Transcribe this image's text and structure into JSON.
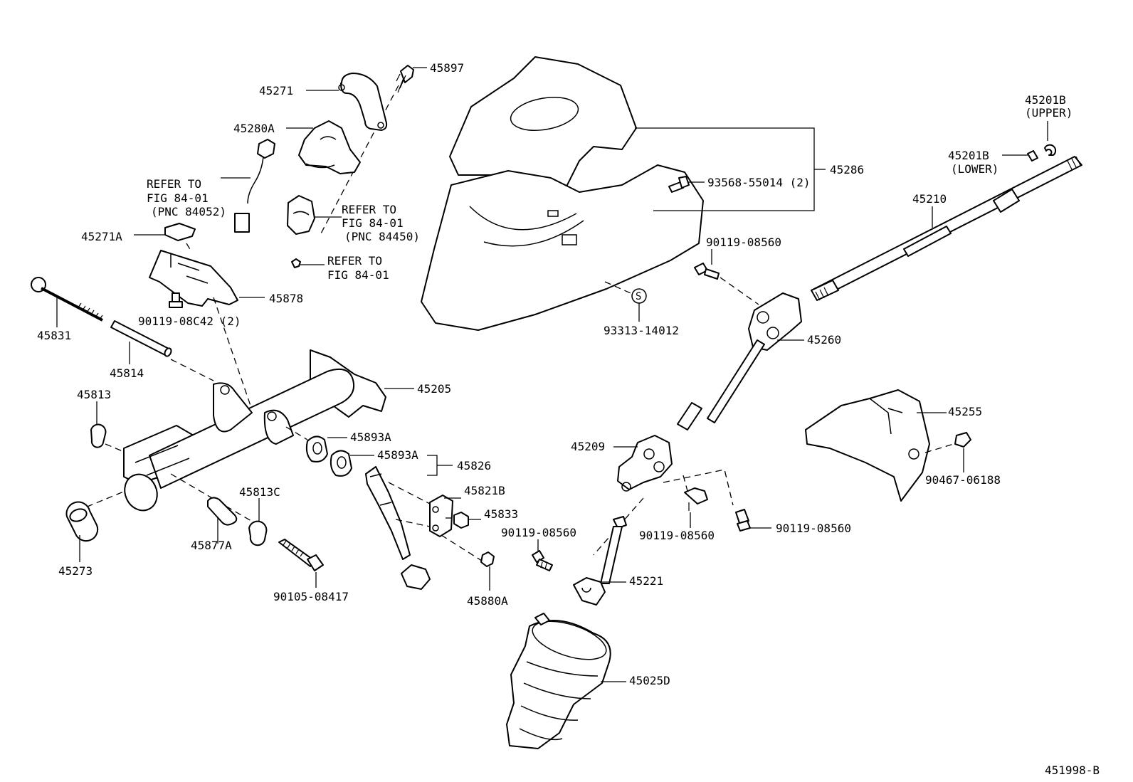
{
  "diagram_id": "451998-B",
  "labels": {
    "p45897": "45897",
    "p45271": "45271",
    "p45280A": "45280A",
    "refer_a1": "REFER TO",
    "refer_a2": "FIG 84-01",
    "refer_a3": "(PNC 84052)",
    "refer_b1": "REFER TO",
    "refer_b2": "FIG 84-01",
    "refer_b3": "(PNC 84450)",
    "refer_c1": "REFER TO",
    "refer_c2": "FIG 84-01",
    "p45271A": "45271A",
    "p45878": "45878",
    "p90119_08C42": "90119-08C42 (2)",
    "p45831": "45831",
    "p45814": "45814",
    "p45813": "45813",
    "p45205": "45205",
    "p45893A_1": "45893A",
    "p45893A_2": "45893A",
    "p45826": "45826",
    "p45821B": "45821B",
    "p45833": "45833",
    "p45813C": "45813C",
    "p45877A": "45877A",
    "p45273": "45273",
    "p90105_08417": "90105-08417",
    "p90119_08560_a": "90119-08560",
    "p45880A": "45880A",
    "p45286": "45286",
    "p93568_55014": "93568-55014 (2)",
    "s_mark": "S",
    "p93313_14012": "93313-14012",
    "p45201B_upper": "45201B",
    "upper": "(UPPER)",
    "p45201B_lower": "45201B",
    "lower": "(LOWER)",
    "p45210": "45210",
    "p90119_08560_b": "90119-08560",
    "p45260": "45260",
    "p45255": "45255",
    "p90467_06188": "90467-06188",
    "p45209": "45209",
    "p90119_08560_c": "90119-08560",
    "p90119_08560_d": "90119-08560",
    "p45221": "45221",
    "p45025D": "45025D"
  }
}
